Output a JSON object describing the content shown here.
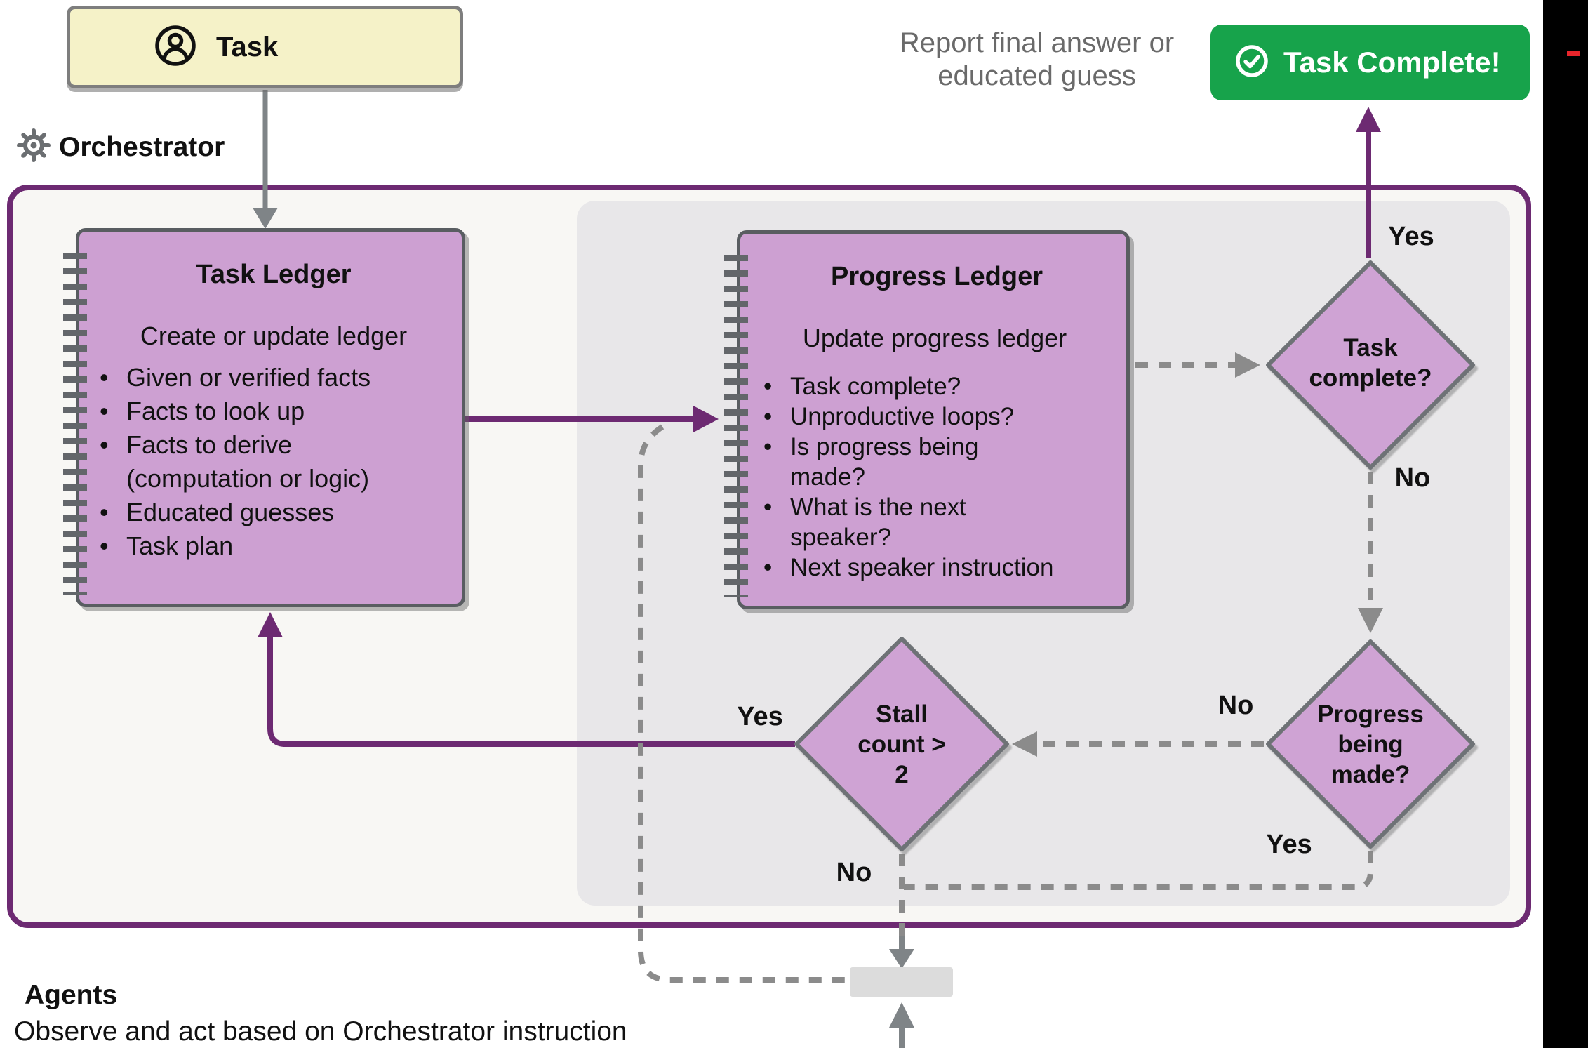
{
  "task_box": {
    "label": "Task"
  },
  "orchestrator": {
    "label": "Orchestrator"
  },
  "task_ledger": {
    "title": "Task Ledger",
    "subtitle": "Create or update ledger",
    "items": [
      {
        "bullet": true,
        "text": "Given or verified facts"
      },
      {
        "bullet": true,
        "text": "Facts to look up"
      },
      {
        "bullet": true,
        "text": "Facts to derive"
      },
      {
        "bullet": false,
        "text": "(computation or logic)"
      },
      {
        "bullet": true,
        "text": "Educated guesses"
      },
      {
        "bullet": true,
        "text": "Task plan"
      }
    ]
  },
  "progress_ledger": {
    "title": "Progress Ledger",
    "subtitle": "Update progress ledger",
    "items": [
      {
        "bullet": true,
        "text": "Task complete?"
      },
      {
        "bullet": true,
        "text": "Unproductive loops?"
      },
      {
        "bullet": true,
        "text": "Is progress being"
      },
      {
        "bullet": false,
        "text": "made?"
      },
      {
        "bullet": true,
        "text": "What is the next"
      },
      {
        "bullet": false,
        "text": "speaker?"
      },
      {
        "bullet": true,
        "text": "Next speaker instruction"
      }
    ]
  },
  "decisions": {
    "task_complete": {
      "line1": "Task",
      "line2": "complete?"
    },
    "progress_made": {
      "line1": "Progress",
      "line2": "being",
      "line3": "made?"
    },
    "stall_count": {
      "line1": "Stall",
      "line2": "count >",
      "line3": "2"
    }
  },
  "labels": {
    "yes_task_complete": "Yes",
    "no_task_complete": "No",
    "no_progress": "No",
    "yes_progress": "Yes",
    "yes_stall": "Yes",
    "no_stall": "No"
  },
  "report_note": {
    "line1": "Report final answer or",
    "line2": "educated guess"
  },
  "complete_button": {
    "label": "Task Complete!"
  },
  "agents": {
    "title": "Agents",
    "subtitle": "Observe and act based on Orchestrator instruction"
  },
  "colors": {
    "accent_purple": "#6d2a72",
    "node_pink": "#cda0d2",
    "node_border_gray": "#595d61",
    "task_yellow": "#f5f2c8",
    "success_green": "#17a34b",
    "panel_gray": "#e8e7e9",
    "wire_gray": "#7f8487",
    "note_gray": "#6a6a6a"
  }
}
